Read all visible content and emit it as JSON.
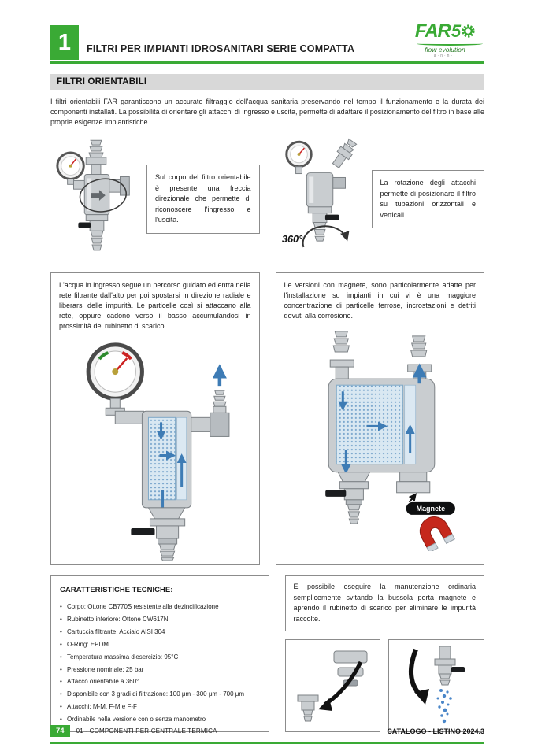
{
  "theme": {
    "accent_green": "#3aaa35",
    "section_bar_gray": "#d8d8d8",
    "box_border_gray": "#8c8c8c",
    "flow_blue": "#3e7cb5"
  },
  "header": {
    "chapter_number": "1",
    "title": "FILTRI PER IMPIANTI IDROSANITARI SERIE COMPATTA",
    "logo": {
      "name": "FAR",
      "five": "5",
      "tagline": "flow evolution",
      "anniversary": "a·n·n·i"
    }
  },
  "section": {
    "title": "FILTRI ORIENTABILI",
    "intro": "I filtri orientabili FAR garantiscono un accurato filtraggio dell'acqua sanitaria preservando nel tempo il funzionamento e la durata dei componenti installati. La possibilità di orientare gli attacchi di ingresso e uscita, permette di adattare il posizionamento del filtro in base alle proprie esigenze impiantistiche.",
    "intro_brand": "FAR"
  },
  "features": [
    {
      "text": "Sul corpo del filtro orientabile è presente una freccia direzionale che permette di riconoscere l'ingresso e l'uscita."
    },
    {
      "badge": "360°",
      "text": "La rotazione degli attacchi permette di posizionare il filtro su tubazioni orizzontali e verticali."
    }
  ],
  "diagrams": [
    {
      "text": "L'acqua in ingresso segue un percorso guidato ed entra nella rete filtrante dall'alto per poi spostarsi in direzione radiale e liberarsi delle impurità. Le particelle così si attaccano alla rete, oppure cadono verso il basso accumulandosi in prossimità del rubinetto di scarico."
    },
    {
      "text": "Le versioni con magnete, sono particolarmente adatte per l'installazione su impianti in cui vi è una maggiore concentrazione di particelle ferrose, incrostazioni e detriti dovuti alla corrosione.",
      "label": "Magnete"
    }
  ],
  "tech": {
    "title": "CARATTERISTICHE TECNICHE:",
    "items": [
      "Corpo: Ottone CB770S resistente alla dezincificazione",
      "Rubinetto inferiore: Ottone CW617N",
      "Cartuccia filtrante: Acciaio AISI 304",
      "O-Ring: EPDM",
      "Temperatura massima d'esercizio: 95°C",
      "Pressione nominale: 25 bar",
      "Attacco orientabile a 360°",
      "Disponibile con 3 gradi di filtrazione: 100 μm - 300 μm - 700 μm",
      "Attacchi: M-M, F-M e F-F",
      "Ordinabile nella versione con o senza manometro"
    ]
  },
  "maintenance": {
    "text": "É possibile eseguire la manutenzione ordinaria semplicemente svitando la bussola porta magnete e aprendo il rubinetto di scarico per eliminare le impurità raccolte."
  },
  "footer": {
    "page_number": "74",
    "left": "01 - COMPONENTI PER CENTRALE TERMICA",
    "right": "CATALOGO - LISTINO 2024.3"
  }
}
